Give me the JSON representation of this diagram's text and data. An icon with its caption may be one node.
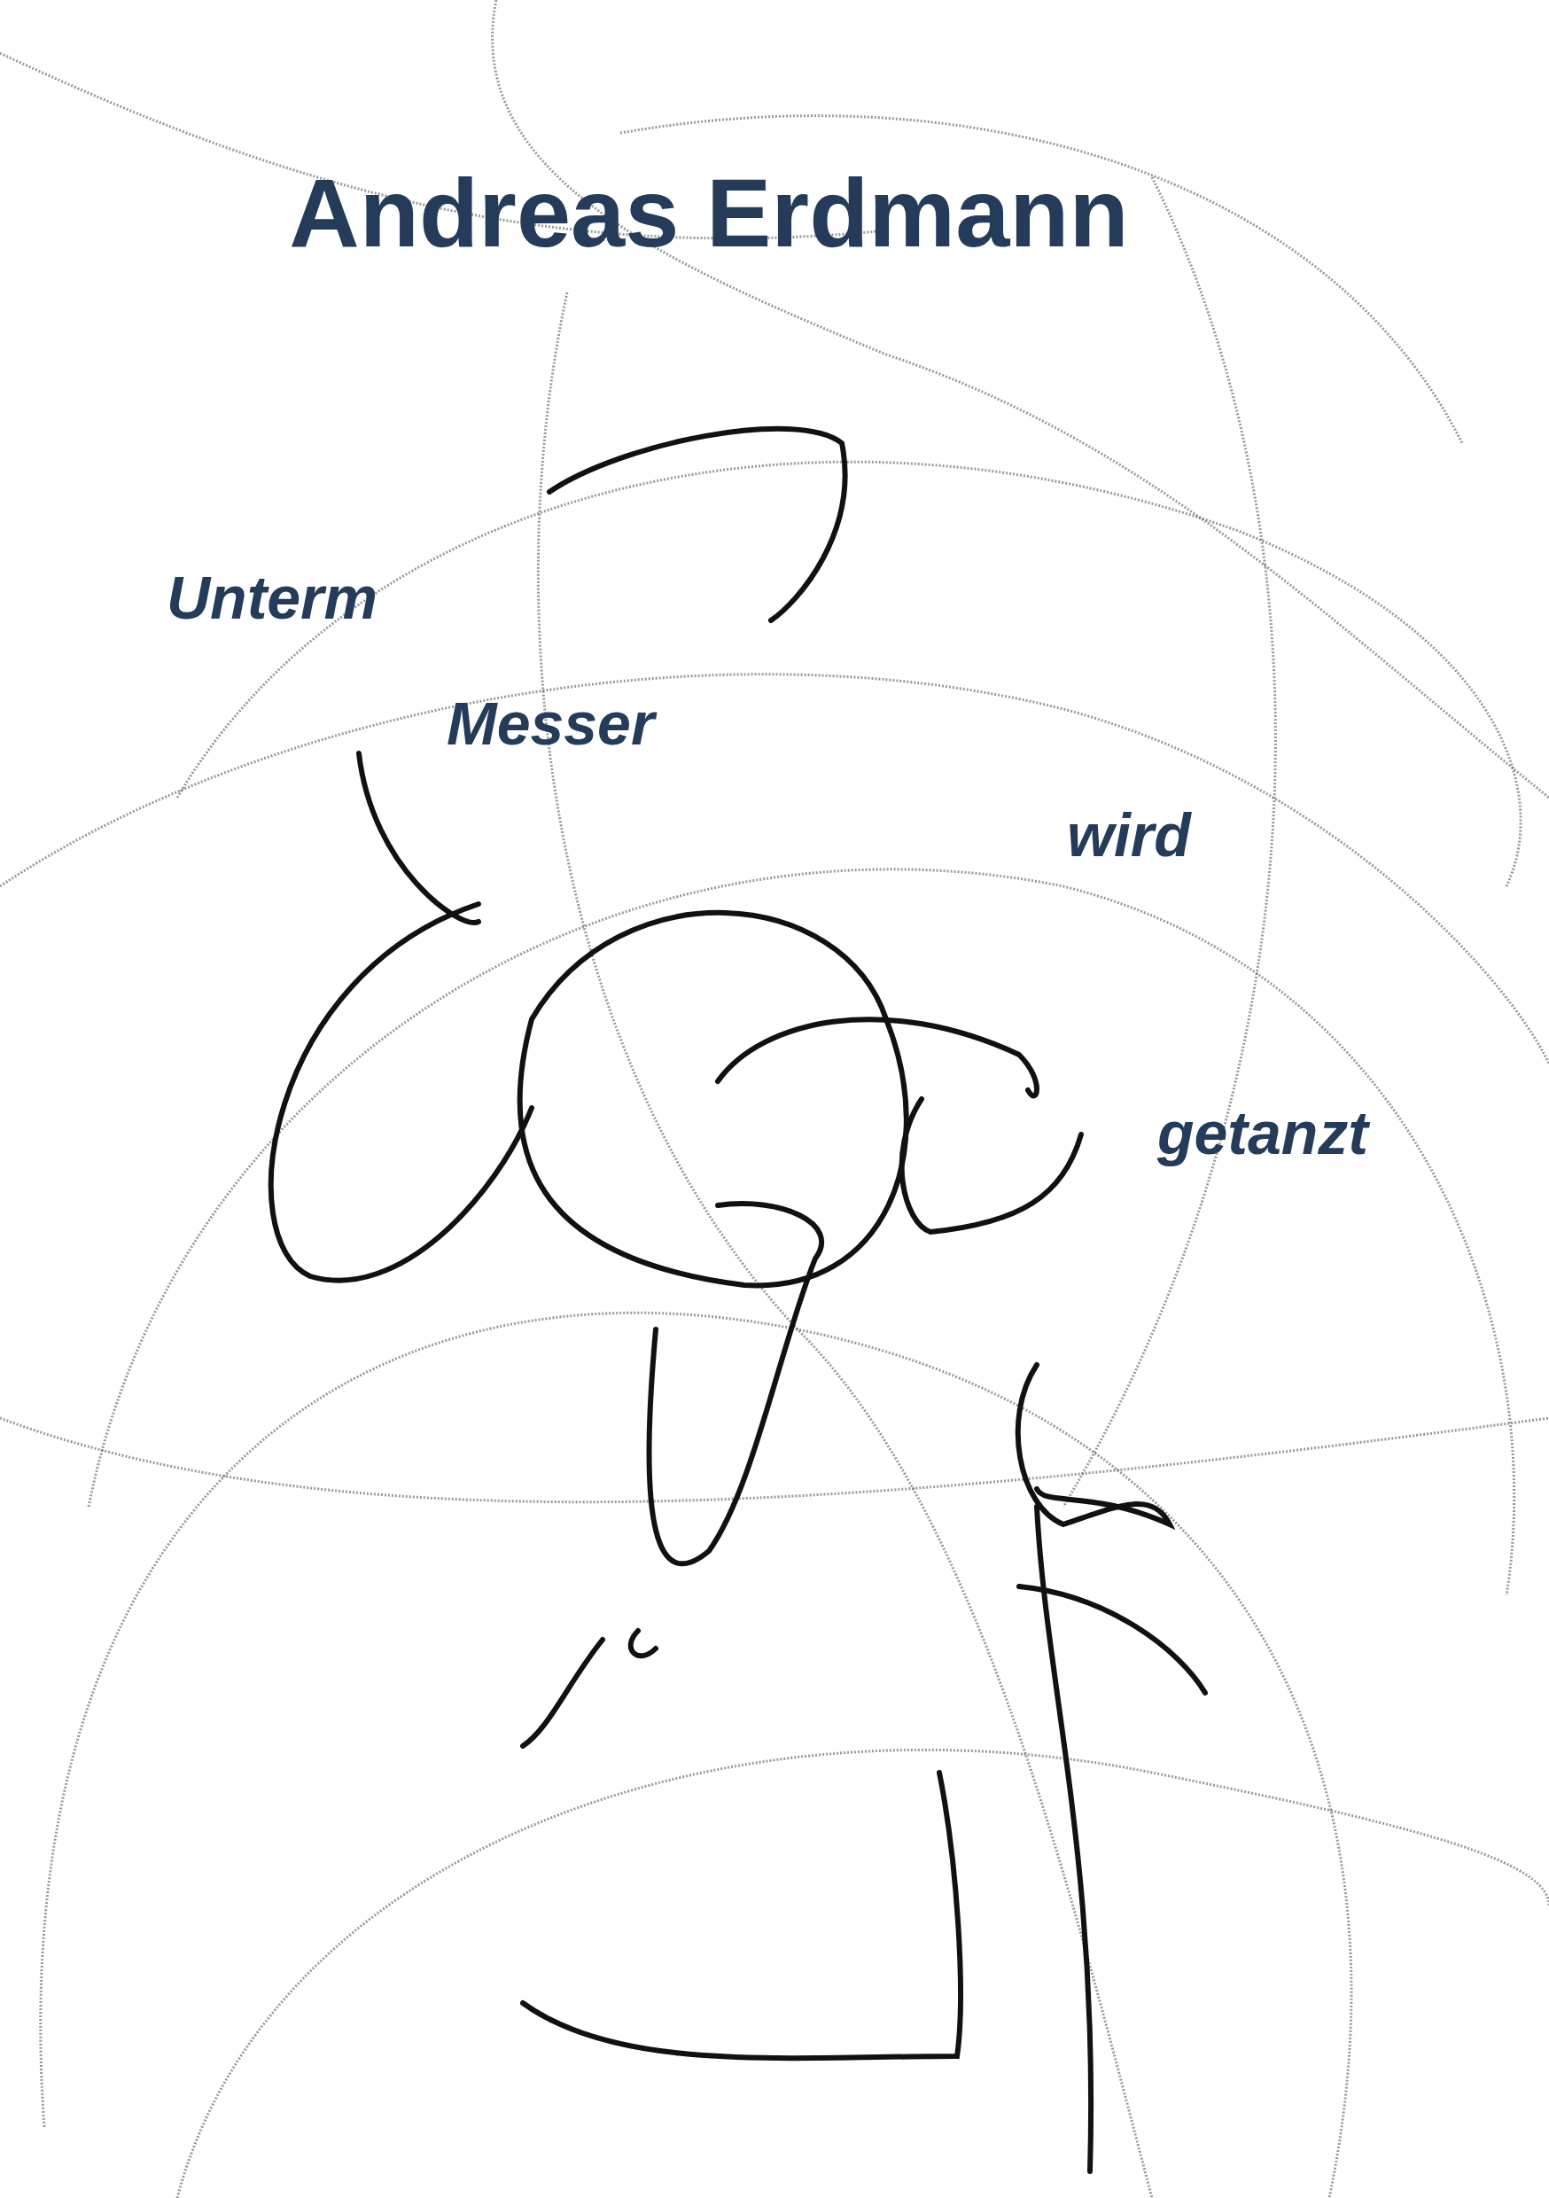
{
  "diagram": {
    "title": "Andreas Erdmann",
    "labels": [
      "Unterm",
      "Messer",
      "wird",
      "getanzt"
    ]
  }
}
